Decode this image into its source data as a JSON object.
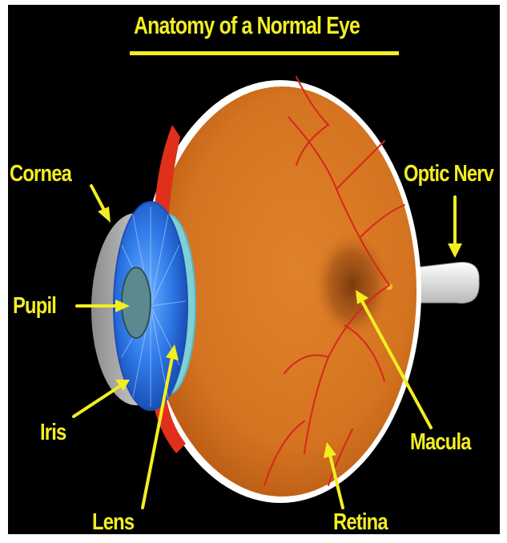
{
  "diagram": {
    "title": "Anatomy of a Normal Eye",
    "labels": {
      "cornea": "Cornea",
      "optic_nerve": "Optic Nerv",
      "pupil": "Pupil",
      "iris": "Iris",
      "lens": "Lens",
      "macula": "Macula",
      "retina": "Retina"
    },
    "colors": {
      "background": "#000000",
      "label_text": "#f2ee22",
      "arrow": "#f2ee22",
      "eyeball_interior": "#d9791c",
      "sclera_rim": "#ffffff",
      "iris": "#2a6fe0",
      "lens": "#7fd0d6",
      "blood_vessel": "#d7261e",
      "macula": "#9a4a12",
      "optic_nerve": "#e8e8e8"
    }
  }
}
